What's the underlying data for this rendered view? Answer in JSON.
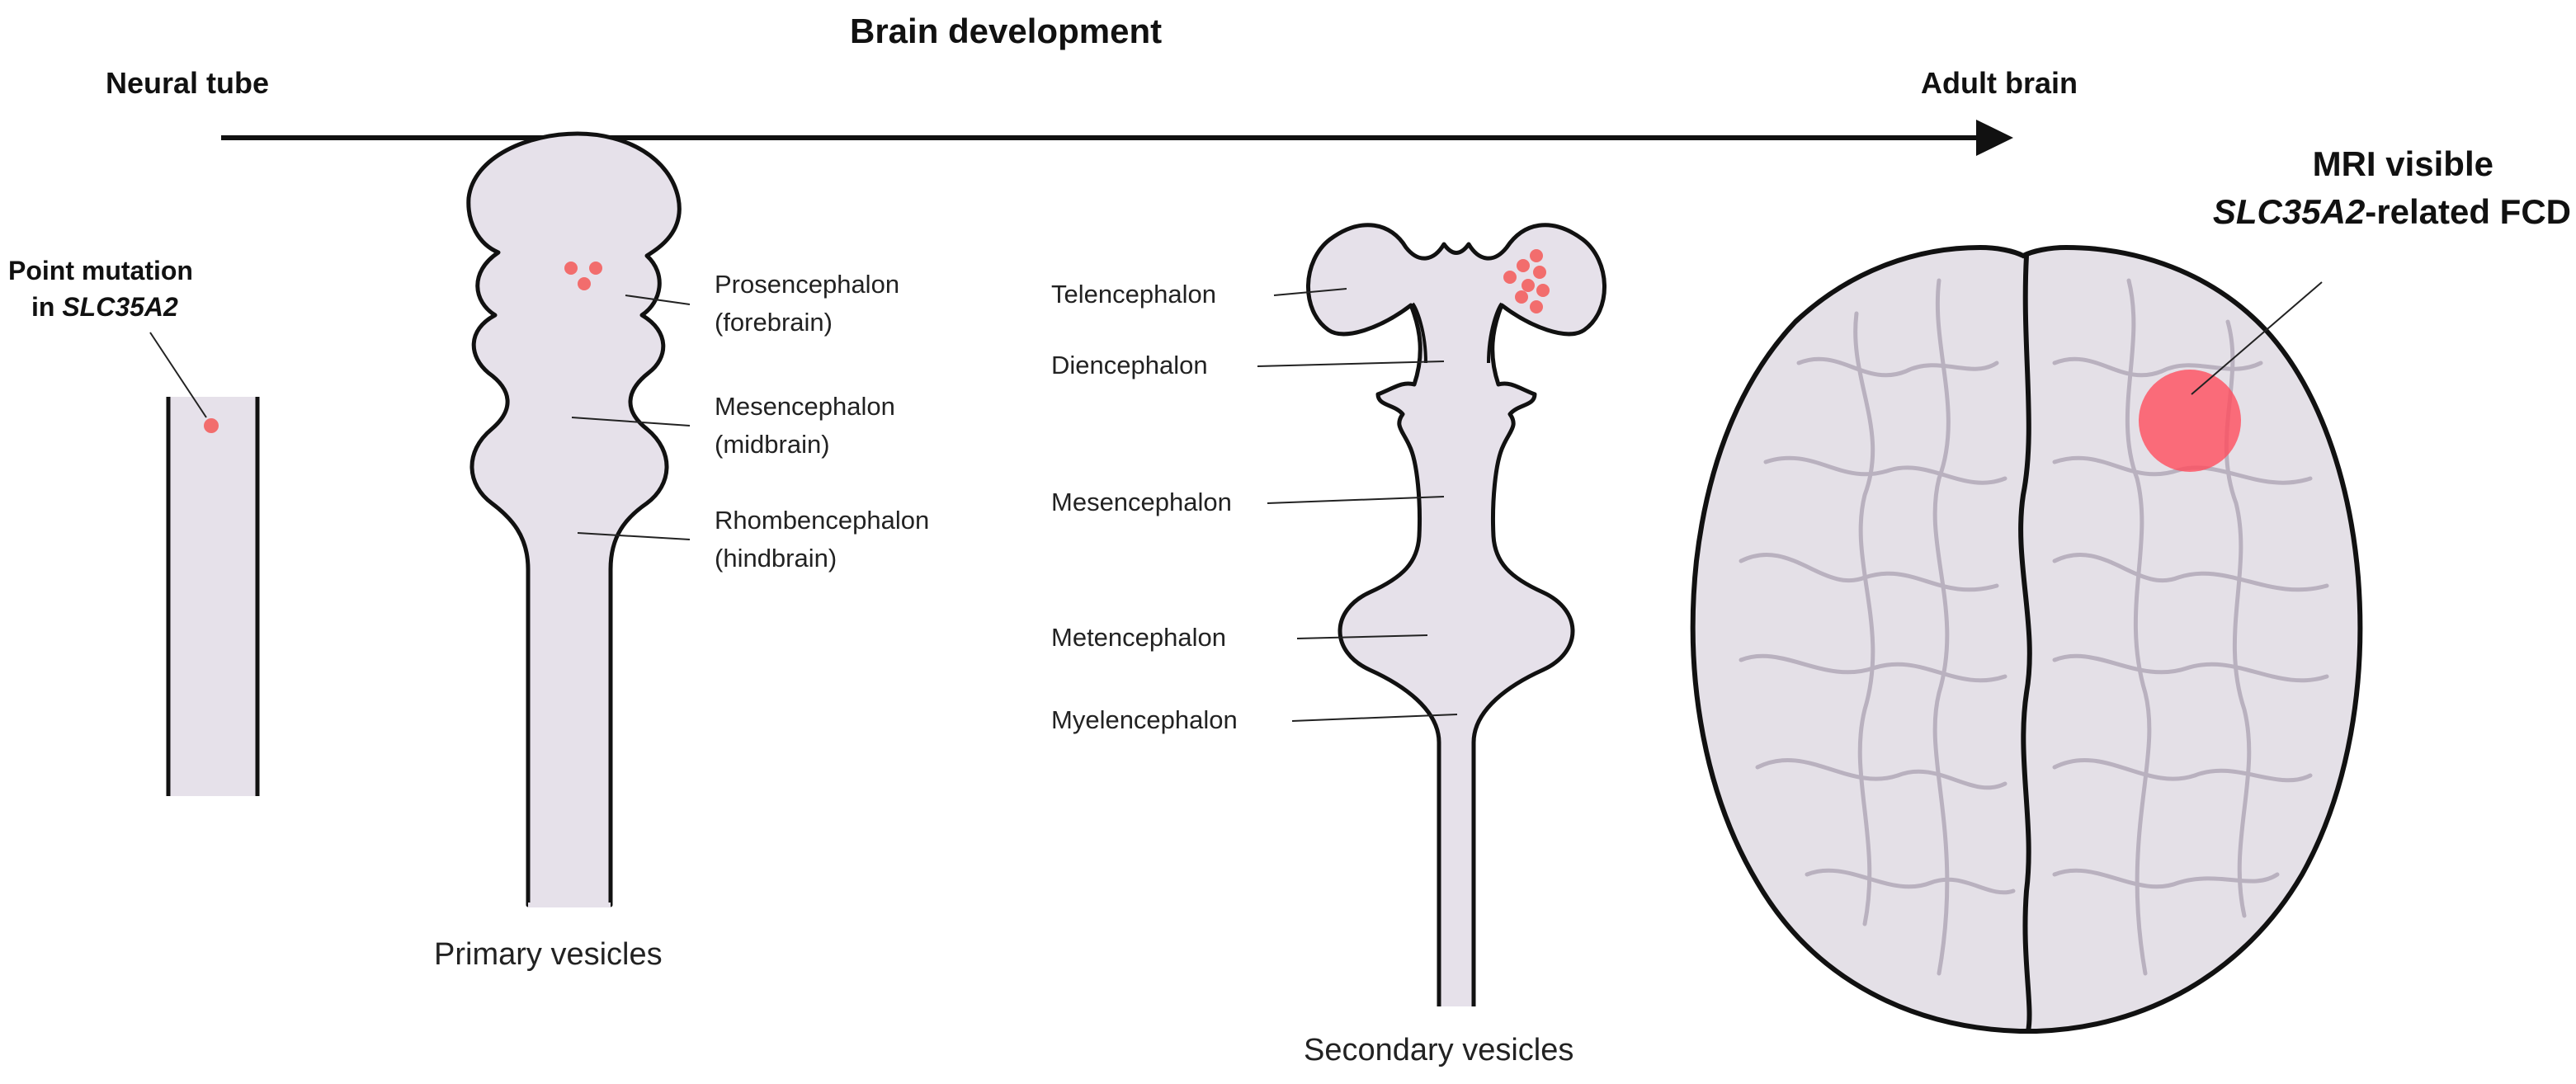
{
  "header": {
    "title": "Brain development",
    "start_label": "Neural tube",
    "end_label": "Adult brain"
  },
  "neural_tube": {
    "mutation_label_line1": "Point mutation",
    "mutation_label_line2_prefix": "in ",
    "mutation_label_gene": "SLC35A2"
  },
  "primary_vesicles": {
    "caption": "Primary vesicles",
    "labels": [
      {
        "line1": "Prosencephalon",
        "line2": "(forebrain)"
      },
      {
        "line1": "Mesencephalon",
        "line2": "(midbrain)"
      },
      {
        "line1": "Rhombencephalon",
        "line2": "(hindbrain)"
      }
    ]
  },
  "secondary_vesicles": {
    "caption": "Secondary vesicles",
    "labels": [
      "Telencephalon",
      "Diencephalon",
      "Mesencephalon",
      "Metencephalon",
      "Myelencephalon"
    ]
  },
  "adult_brain": {
    "lesion_line1": "MRI visible",
    "lesion_gene": "SLC35A2",
    "lesion_suffix": "-related FCD"
  },
  "colors": {
    "tissue_fill": "#e6e1ea",
    "outline": "#111111",
    "mutation_dot": "#f26d6d",
    "lesion": "#ff4d5e",
    "brain_fill": "#e4e0e7",
    "brain_shadow": "#cfc8d3"
  }
}
